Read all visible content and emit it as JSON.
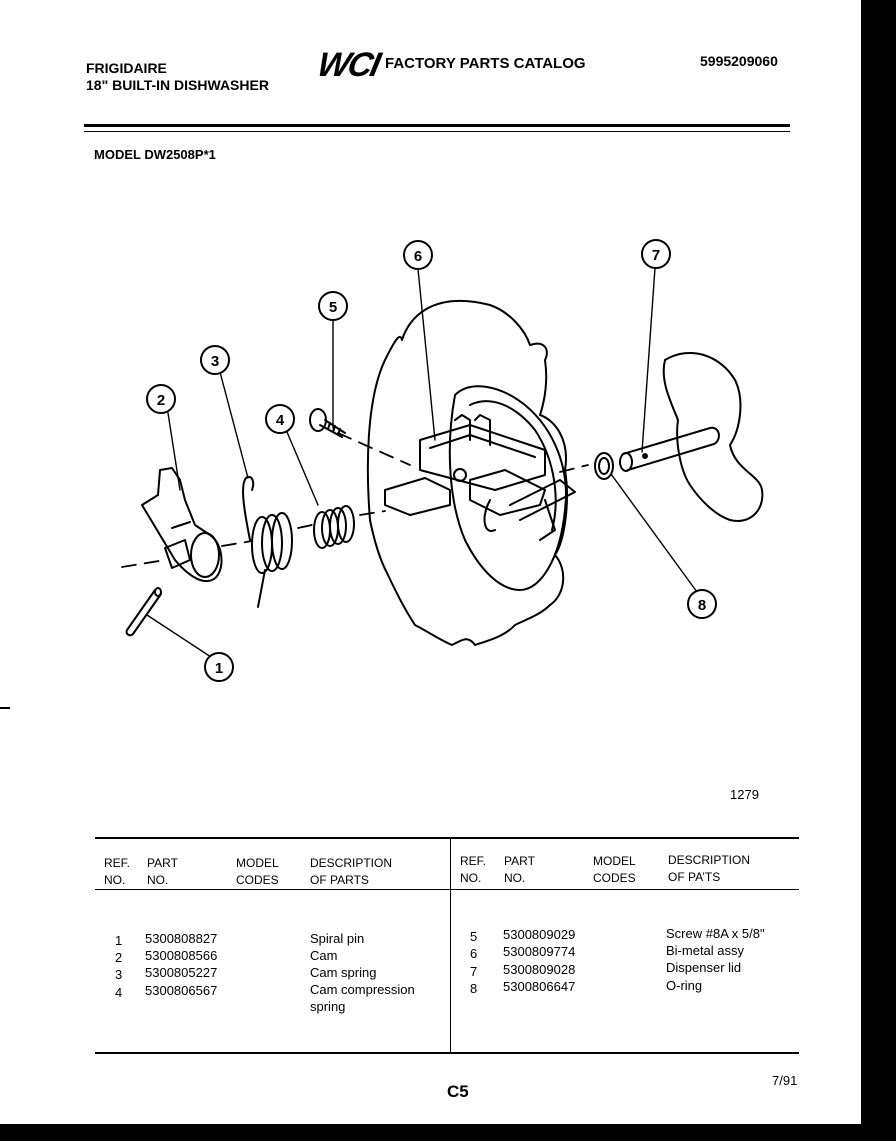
{
  "header": {
    "brand": "FRIGIDAIRE",
    "product": "18\" BUILT-IN DISHWASHER",
    "logo": "WCI",
    "catalog_title": "FACTORY PARTS CATALOG",
    "catalog_number": "5995209060"
  },
  "model": "MODEL DW2508P*1",
  "diagram": {
    "figure_number": "1279",
    "callouts": [
      "1",
      "2",
      "3",
      "4",
      "5",
      "6",
      "7",
      "8"
    ]
  },
  "table": {
    "headers": {
      "ref_no": "REF.\nNO.",
      "part_no": "PART\nNO.",
      "model_codes": "MODEL\nCODES",
      "description": "DESCRIPTION\nOF PARTS",
      "description_right": "DESCRIPTION\nOF PA’TS"
    },
    "left_rows": [
      {
        "ref": "1",
        "part": "5300808827",
        "desc": "Spiral pin"
      },
      {
        "ref": "2",
        "part": "5300808566",
        "desc": "Cam"
      },
      {
        "ref": "3",
        "part": "5300805227",
        "desc": "Cam spring"
      },
      {
        "ref": "4",
        "part": "5300806567",
        "desc": "Cam compression",
        "desc2": "spring"
      }
    ],
    "right_rows": [
      {
        "ref": "5",
        "part": "5300809029",
        "desc": "Screw #8A x 5/8\""
      },
      {
        "ref": "6",
        "part": "5300809774",
        "desc": "Bi-metal assy"
      },
      {
        "ref": "7",
        "part": "5300809028",
        "desc": "Dispenser lid"
      },
      {
        "ref": "8",
        "part": "5300806647",
        "desc": "O-ring"
      }
    ]
  },
  "footer": {
    "page_code": "C5",
    "date": "7/91"
  }
}
